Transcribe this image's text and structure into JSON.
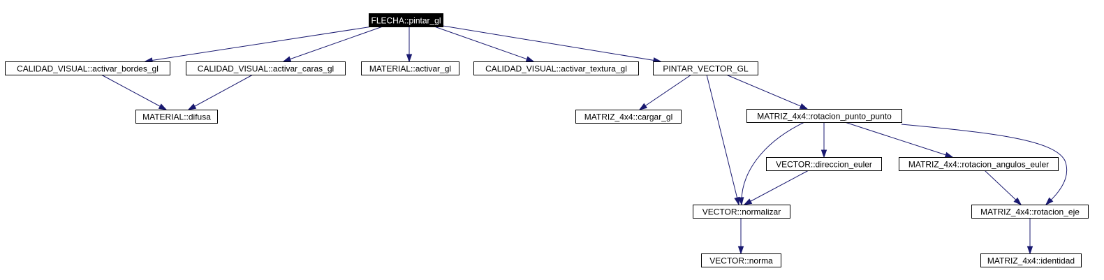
{
  "graph": {
    "edge_color": "#191970",
    "node_border_color": "#000000",
    "root_fill_color": "#000000",
    "root_text_color": "#ffffff",
    "nodes": [
      {
        "id": "flecha_pintar_gl",
        "label": "FLECHA::pintar_gl",
        "root": true
      },
      {
        "id": "cv_activar_bordes_gl",
        "label": "CALIDAD_VISUAL::activar_bordes_gl"
      },
      {
        "id": "cv_activar_caras_gl",
        "label": "CALIDAD_VISUAL::activar_caras_gl"
      },
      {
        "id": "material_activar_gl",
        "label": "MATERIAL::activar_gl"
      },
      {
        "id": "cv_activar_textura_gl",
        "label": "CALIDAD_VISUAL::activar_textura_gl"
      },
      {
        "id": "pintar_vector_gl",
        "label": "PINTAR_VECTOR_GL"
      },
      {
        "id": "material_difusa",
        "label": "MATERIAL::difusa"
      },
      {
        "id": "matriz_cargar_gl",
        "label": "MATRIZ_4x4::cargar_gl"
      },
      {
        "id": "matriz_rotacion_punto_punto",
        "label": "MATRIZ_4x4::rotacion_punto_punto"
      },
      {
        "id": "vector_direccion_euler",
        "label": "VECTOR::direccion_euler"
      },
      {
        "id": "matriz_rotacion_angulos_euler",
        "label": "MATRIZ_4x4::rotacion_angulos_euler"
      },
      {
        "id": "vector_normalizar",
        "label": "VECTOR::normalizar"
      },
      {
        "id": "matriz_rotacion_eje",
        "label": "MATRIZ_4x4::rotacion_eje"
      },
      {
        "id": "vector_norma",
        "label": "VECTOR::norma"
      },
      {
        "id": "matriz_identidad",
        "label": "MATRIZ_4x4::identidad"
      }
    ],
    "edges": [
      {
        "from": "flecha_pintar_gl",
        "to": "cv_activar_bordes_gl"
      },
      {
        "from": "flecha_pintar_gl",
        "to": "cv_activar_caras_gl"
      },
      {
        "from": "flecha_pintar_gl",
        "to": "material_activar_gl"
      },
      {
        "from": "flecha_pintar_gl",
        "to": "cv_activar_textura_gl"
      },
      {
        "from": "flecha_pintar_gl",
        "to": "pintar_vector_gl"
      },
      {
        "from": "cv_activar_bordes_gl",
        "to": "material_difusa"
      },
      {
        "from": "cv_activar_caras_gl",
        "to": "material_difusa"
      },
      {
        "from": "pintar_vector_gl",
        "to": "matriz_cargar_gl"
      },
      {
        "from": "pintar_vector_gl",
        "to": "matriz_rotacion_punto_punto"
      },
      {
        "from": "pintar_vector_gl",
        "to": "vector_normalizar"
      },
      {
        "from": "matriz_rotacion_punto_punto",
        "to": "vector_normalizar"
      },
      {
        "from": "matriz_rotacion_punto_punto",
        "to": "vector_direccion_euler"
      },
      {
        "from": "matriz_rotacion_punto_punto",
        "to": "matriz_rotacion_angulos_euler"
      },
      {
        "from": "matriz_rotacion_punto_punto",
        "to": "matriz_rotacion_eje"
      },
      {
        "from": "vector_direccion_euler",
        "to": "vector_normalizar"
      },
      {
        "from": "matriz_rotacion_angulos_euler",
        "to": "matriz_rotacion_eje"
      },
      {
        "from": "vector_normalizar",
        "to": "vector_norma"
      },
      {
        "from": "matriz_rotacion_eje",
        "to": "matriz_identidad"
      }
    ]
  }
}
